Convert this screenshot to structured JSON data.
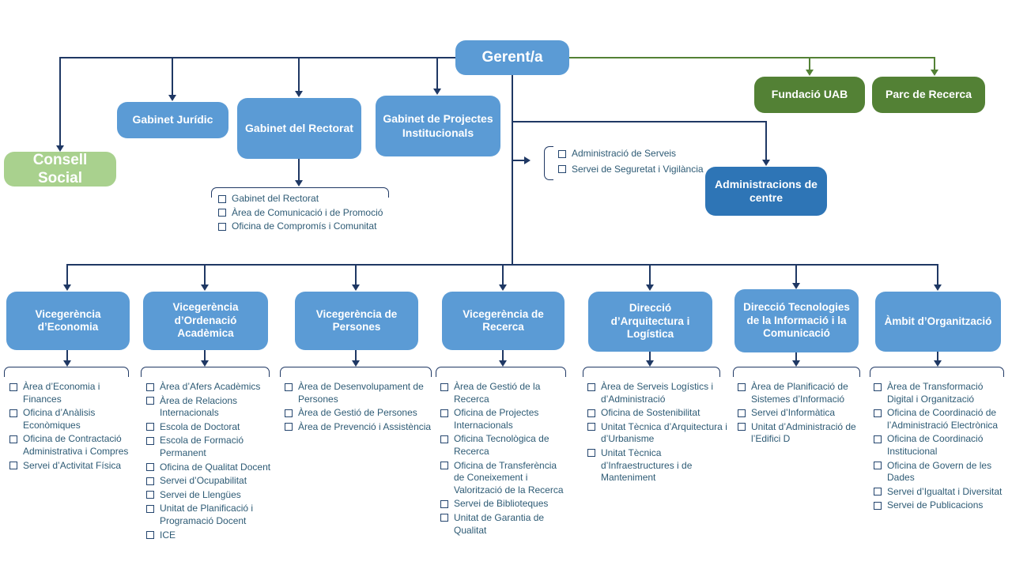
{
  "colors": {
    "box_blue": "#5B9BD5",
    "box_blue_dark": "#2E75B6",
    "box_green_light": "#A9D18E",
    "box_green_dark": "#538135",
    "line_navy": "#1F3864",
    "line_green": "#538135",
    "list_text": "#2E5B75",
    "bullet": "#24456E"
  },
  "nodes": {
    "gerent": "Gerent/a",
    "consell_social": "Consell Social",
    "gabinet_juridic": "Gabinet Jurídic",
    "gabinet_rectorat": "Gabinet del Rectorat",
    "gabinet_projectes": "Gabinet de Projectes Institucionals",
    "fundacio_uab": "Fundació UAB",
    "parc_recerca": "Parc de Recerca",
    "administracions_centre": "Administracions de centre"
  },
  "lists": {
    "gabinet_rectorat": [
      "Gabinet del Rectorat",
      "Àrea de Comunicació i de Promoció",
      "Oficina de Compromís i Comunitat"
    ],
    "administracions_centre": [
      "Administració de Serveis",
      "Servei de Seguretat i Vigilància"
    ]
  },
  "units": [
    {
      "label": "Vicegerència d’Economia",
      "items": [
        "Àrea d’Economia i Finances",
        "Oficina d’Anàlisis Econòmiques",
        "Oficina de Contractació Administrativa i Compres",
        "Servei d’Activitat Física"
      ]
    },
    {
      "label": "Vicegerència d’Ordenació Acadèmica",
      "items": [
        "Àrea d’Afers Acadèmics",
        "Àrea de Relacions Internacionals",
        "Escola de Doctorat",
        "Escola de Formació Permanent",
        "Oficina de Qualitat Docent",
        "Servei d’Ocupabilitat",
        "Servei de Llengües",
        "Unitat de Planificació i Programació Docent",
        "ICE"
      ]
    },
    {
      "label": "Vicegerència de Persones",
      "items": [
        "Àrea de Desenvolupament de Persones",
        "Àrea de Gestió de Persones",
        "Àrea de Prevenció i Assistència"
      ]
    },
    {
      "label": "Vicegerència de Recerca",
      "items": [
        "Àrea de Gestió de la Recerca",
        "Oficina de Projectes Internacionals",
        "Oficina Tecnològica de Recerca",
        "Oficina de Transferència de Coneixement i Valorització de la Recerca",
        "Servei de Biblioteques",
        "Unitat de Garantia de Qualitat"
      ]
    },
    {
      "label": "Direcció d’Arquitectura i Logística",
      "items": [
        "Àrea de Serveis Logístics i d’Administració",
        "Oficina de Sostenibilitat",
        "Unitat Tècnica d’Arquitectura i d’Urbanisme",
        "Unitat Tècnica d’Infraestructures i de Manteniment"
      ]
    },
    {
      "label": "Direcció Tecnologies de la Informació i la Comunicació",
      "items": [
        "Àrea de Planificació de Sistemes d’Informació",
        "Servei d’Informàtica",
        "Unitat d’Administració de l’Edifici D"
      ]
    },
    {
      "label": "Àmbit d’Organització",
      "items": [
        "Àrea de Transformació Digital i Organització",
        "Oficina de Coordinació de l’Administració Electrònica",
        "Oficina de Coordinació Institucional",
        "Oficina de Govern de les Dades",
        "Servei d’Igualtat i Diversitat",
        "Servei de Publicacions"
      ]
    }
  ],
  "icons": {
    "list_bullet": "open-square-checkbox",
    "connector_arrow": "solid-triangle-arrowhead"
  }
}
